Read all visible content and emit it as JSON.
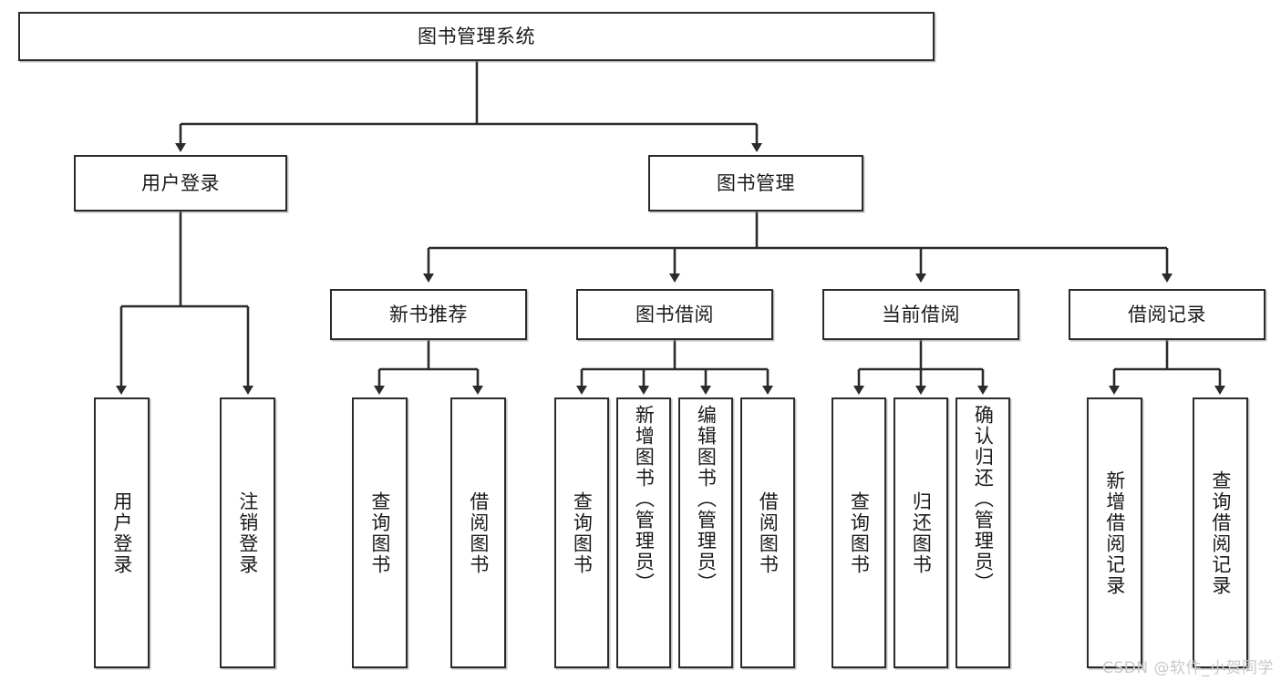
{
  "diagram": {
    "type": "tree-hierarchy",
    "title": "图书管理系统",
    "orientation": "top-down",
    "stroke_color": "#2b2b2b",
    "text_color": "#1a1a1a",
    "background_color": "#ffffff",
    "levels": 4,
    "nodes": {
      "root": {
        "label": "图书管理系统",
        "level": 1,
        "text_direction": "horizontal"
      },
      "l2": [
        {
          "label": "用户登录",
          "level": 2,
          "text_direction": "horizontal"
        },
        {
          "label": "图书管理",
          "level": 2,
          "text_direction": "horizontal"
        }
      ],
      "l3": [
        {
          "label": "新书推荐",
          "level": 3,
          "text_direction": "horizontal",
          "parent": "图书管理"
        },
        {
          "label": "图书借阅",
          "level": 3,
          "text_direction": "horizontal",
          "parent": "图书管理"
        },
        {
          "label": "当前借阅",
          "level": 3,
          "text_direction": "horizontal",
          "parent": "图书管理"
        },
        {
          "label": "借阅记录",
          "level": 3,
          "text_direction": "horizontal",
          "parent": "图书管理"
        }
      ],
      "leaves": {
        "user_login": [
          {
            "label": "用户登录",
            "text_direction": "vertical"
          },
          {
            "label": "注销登录",
            "text_direction": "vertical"
          }
        ],
        "new_book_recommend": [
          {
            "label": "查询图书",
            "text_direction": "vertical"
          },
          {
            "label": "借阅图书",
            "text_direction": "vertical"
          }
        ],
        "book_borrow": [
          {
            "label": "查询图书",
            "text_direction": "vertical"
          },
          {
            "label": "新增图书（管理员）",
            "text_direction": "vertical"
          },
          {
            "label": "编辑图书（管理员）",
            "text_direction": "vertical"
          },
          {
            "label": "借阅图书",
            "text_direction": "vertical"
          }
        ],
        "current_borrow": [
          {
            "label": "查询图书",
            "text_direction": "vertical"
          },
          {
            "label": "归还图书",
            "text_direction": "vertical"
          },
          {
            "label": "确认归还（管理员）",
            "text_direction": "vertical"
          }
        ],
        "borrow_record": [
          {
            "label": "新增借阅记录",
            "text_direction": "vertical"
          },
          {
            "label": "查询借阅记录",
            "text_direction": "vertical"
          }
        ]
      }
    }
  },
  "watermark": {
    "text": "CSDN @软件_小贺同学",
    "color": "#c9c9c9"
  }
}
